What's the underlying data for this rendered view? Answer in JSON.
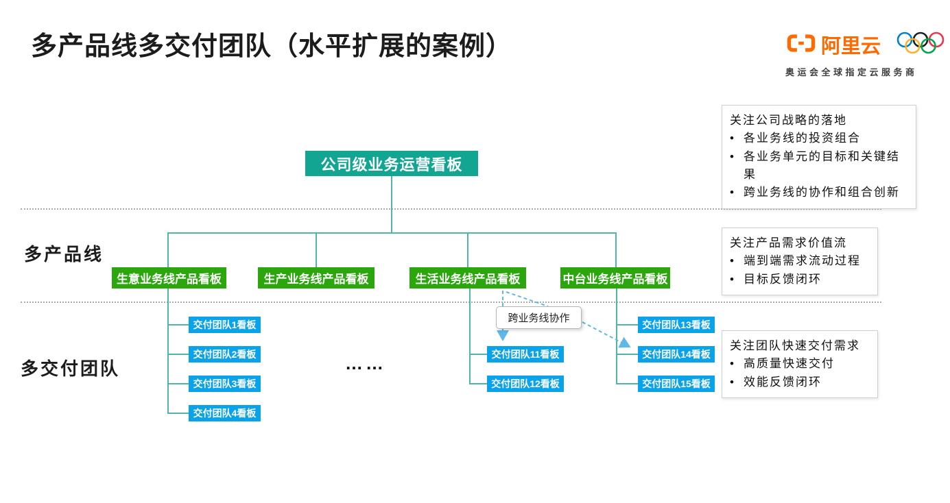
{
  "slide": {
    "title": "多产品线多交付团队（水平扩展的案例）"
  },
  "brand": {
    "name": "阿里云",
    "tagline": "奥运会全球指定云服务商",
    "logo_icon": "alibaba-cloud-bracket-icon",
    "rings_icon": "olympic-rings-icon"
  },
  "diagram": {
    "root_label": "公司级业务运营看板",
    "row_labels": {
      "products": "多产品线",
      "teams": "多交付团队"
    },
    "product_boards": [
      "生意业务线产品看板",
      "生产业务线产品看板",
      "生活业务线产品看板",
      "中台业务线产品看板"
    ],
    "team_boards": {
      "col1": [
        "交付团队1看板",
        "交付团队2看板",
        "交付团队3看板",
        "交付团队4看板"
      ],
      "col3": [
        "交付团队11看板",
        "交付团队12看板"
      ],
      "col4": [
        "交付团队13看板",
        "交付团队14看板",
        "交付团队15看板"
      ]
    },
    "ellipsis": "…… ",
    "collab_label": "跨业务线协作",
    "bullet_char": "•"
  },
  "annotations": [
    {
      "title": "关注公司战略的落地",
      "bullets": [
        "各业务线的投资组合",
        "各业务单元的目标和关键结果",
        "跨业务线的协作和组合创新"
      ]
    },
    {
      "title": "关注产品需求价值流",
      "bullets": [
        "端到端需求流动过程",
        "目标反馈闭环"
      ]
    },
    {
      "title": "关注团队快速交付需求",
      "bullets": [
        "高质量快速交付",
        "效能反馈闭环"
      ]
    }
  ],
  "colors": {
    "root_teal": "#12a592",
    "product_green": "#2ba70d",
    "team_blue": "#0aa2e8",
    "connector_teal": "#4fb5aa",
    "dashed_blue": "#5eb8e8",
    "brand_orange": "#FF6A00"
  }
}
